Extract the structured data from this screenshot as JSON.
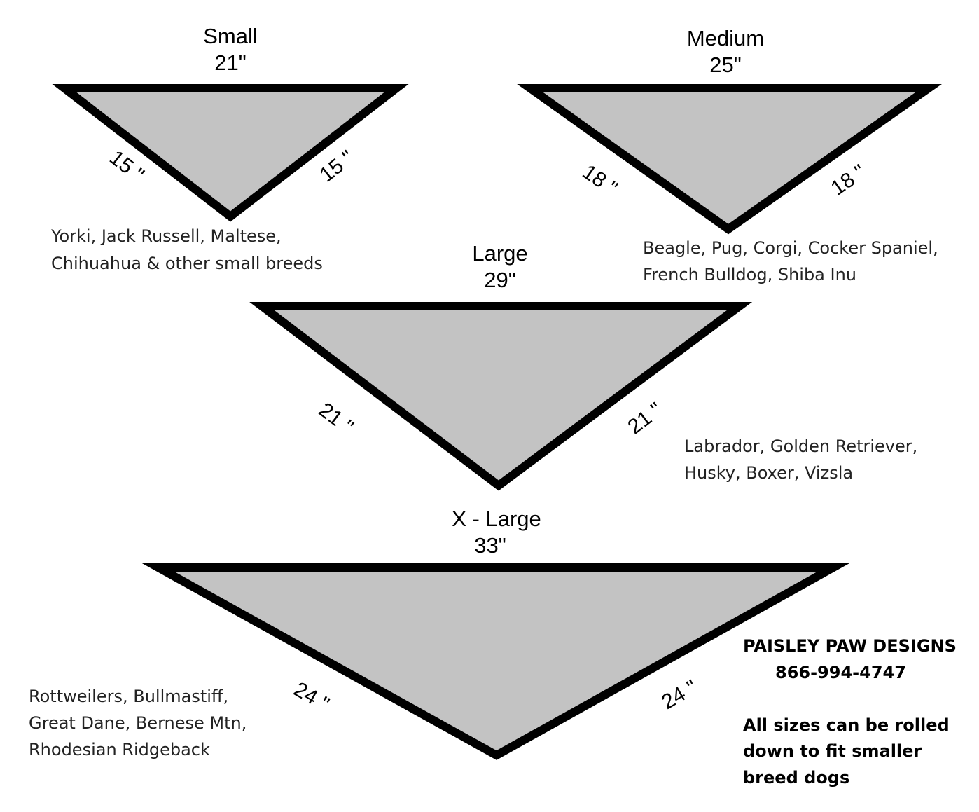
{
  "sizes": {
    "small": {
      "name": "Small",
      "length": "21\"",
      "left_side": "15 \"",
      "right_side": "15 \"",
      "breeds": [
        "Yorki, Jack Russell, Maltese,",
        "Chihuahua & other small breeds"
      ]
    },
    "medium": {
      "name": "Medium",
      "length": "25\"",
      "left_side": "18 \"",
      "right_side": "18 \"",
      "breeds": [
        "Beagle, Pug, Corgi, Cocker Spaniel,",
        "French Bulldog, Shiba Inu"
      ]
    },
    "large": {
      "name": "Large",
      "length": "29\"",
      "left_side": "21 \"",
      "right_side": "21 \"",
      "breeds": [
        "Labrador, Golden Retriever,",
        "Husky, Boxer, Vizsla"
      ]
    },
    "xlarge": {
      "name": "X - Large",
      "length": "33\"",
      "left_side": "24 \"",
      "right_side": "24 \"",
      "breeds": [
        "Rottweilers, Bullmastiff,",
        "Great Dane, Bernese Mtn,",
        "Rhodesian Ridgeback"
      ]
    }
  },
  "company": {
    "name": "PAISLEY PAW DESIGNS",
    "phone": "866-994-4747",
    "note": [
      "All sizes can be rolled",
      "down to fit smaller",
      "breed dogs"
    ]
  },
  "colors": {
    "bandana_fill": "#c3c3c3",
    "bandana_outline": "#000000"
  }
}
